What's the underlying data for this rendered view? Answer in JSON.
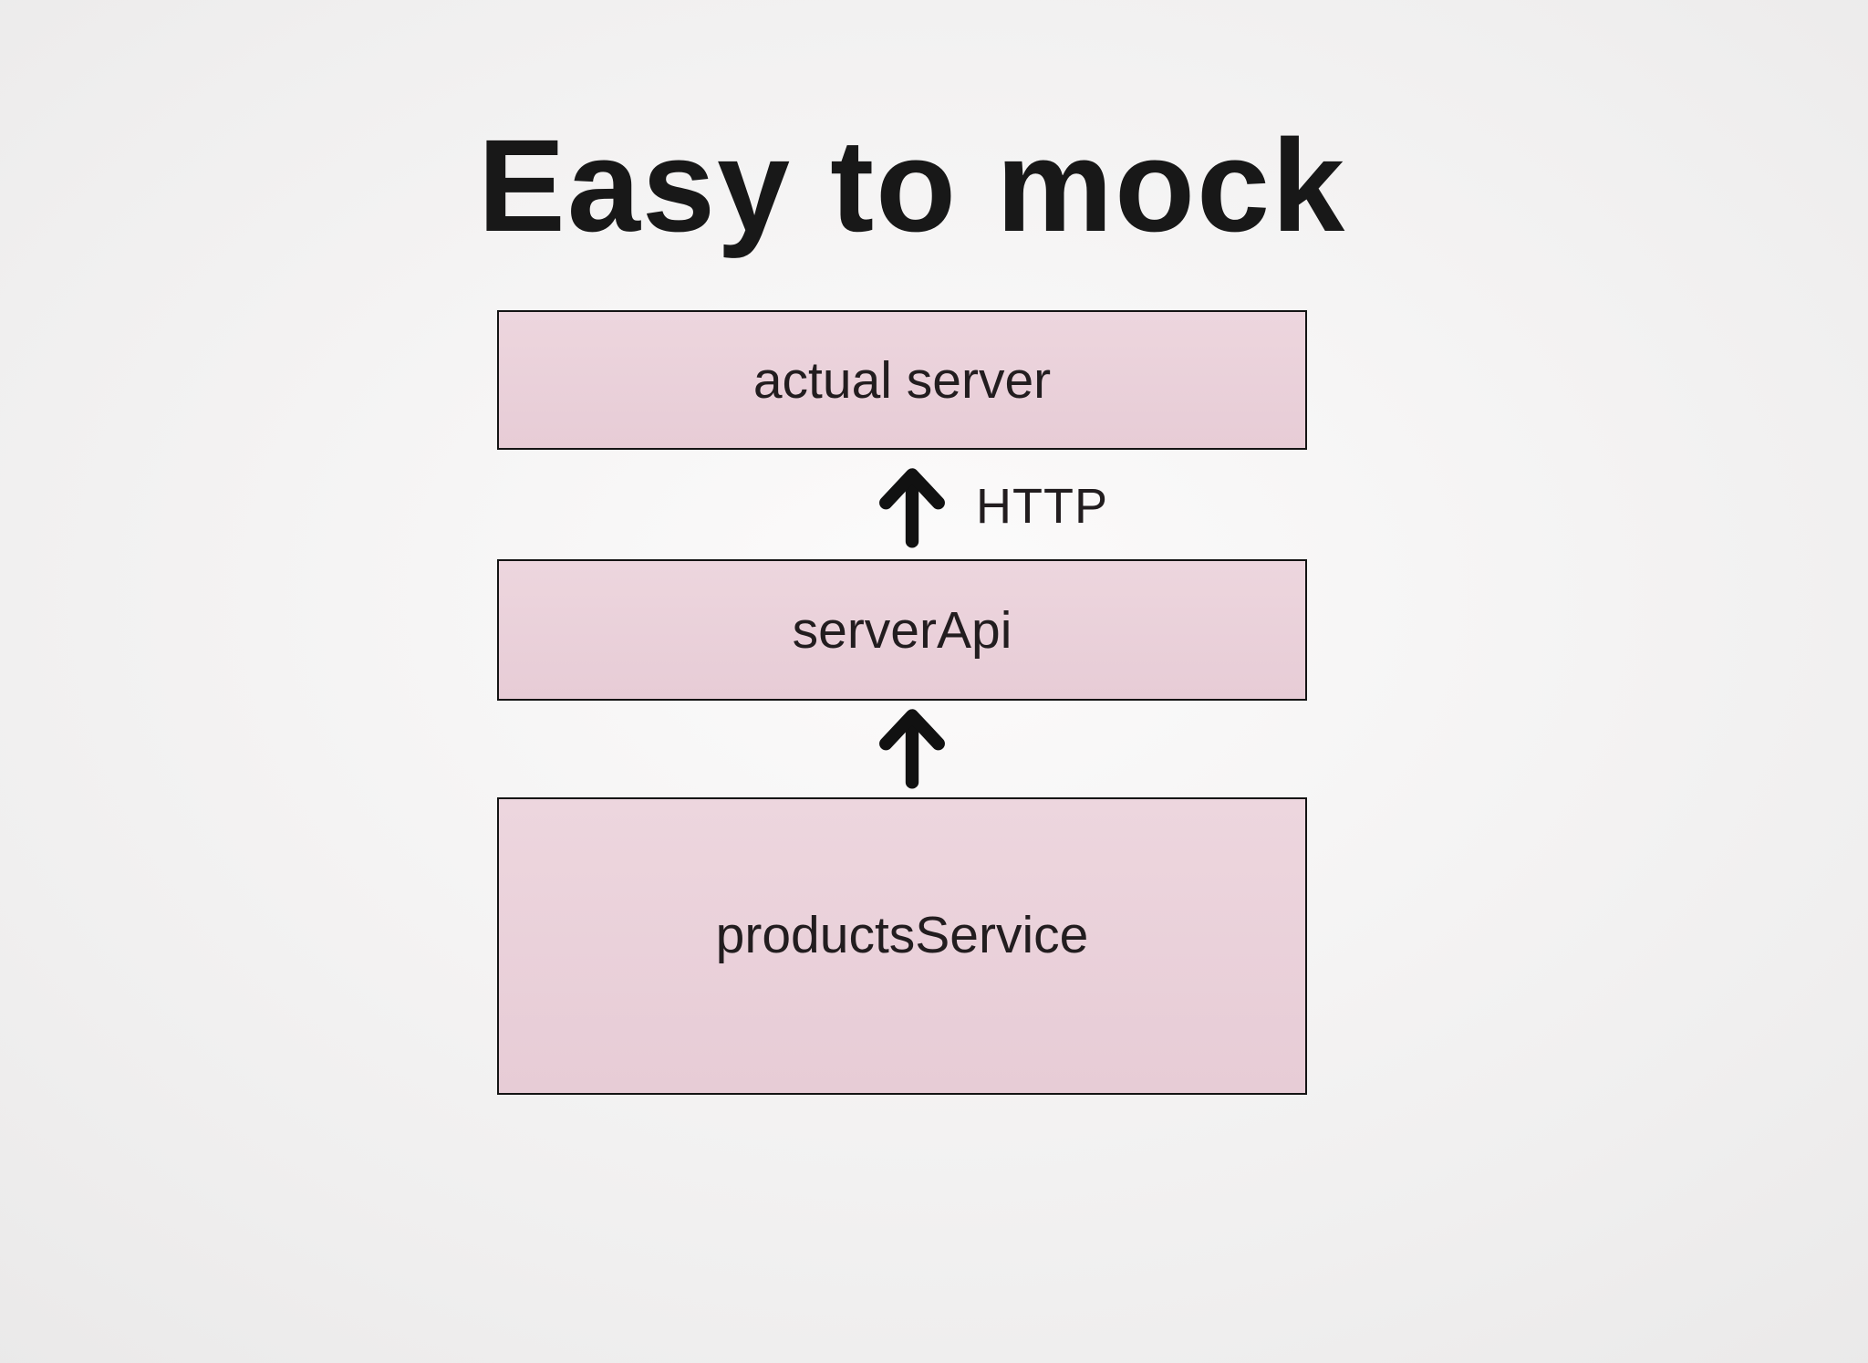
{
  "slide": {
    "title": "Easy to mock"
  },
  "diagram": {
    "boxes": [
      {
        "id": "actual-server",
        "label": "actual server"
      },
      {
        "id": "server-api",
        "label": "serverApi"
      },
      {
        "id": "products-service",
        "label": "productsService"
      }
    ],
    "edges": [
      {
        "from": "serverApi",
        "to": "actual server",
        "label": "HTTP",
        "icon": "up-arrow-icon"
      },
      {
        "from": "productsService",
        "to": "serverApi",
        "label": "",
        "icon": "up-arrow-icon"
      }
    ]
  },
  "colors": {
    "box-fill-top": "#edd6de",
    "box-fill-bottom": "#e7ccd6",
    "box-border": "#141414",
    "arrow": "#111111",
    "title-text": "#181818",
    "label-text": "#221d1f",
    "bg-center": "#fcfbfb",
    "bg-mid": "#f0efef",
    "bg-edge": "#e6e5e5",
    "bg-corner": "#dfdede"
  }
}
